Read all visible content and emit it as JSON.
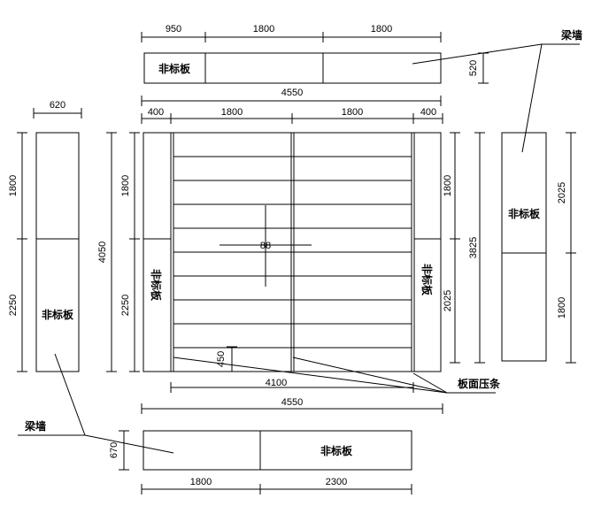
{
  "labels": {
    "non_std_panel": "非标板",
    "beam_wall": "梁墙",
    "floor_strip": "板面压条",
    "center_mark": "88"
  },
  "top_panel": {
    "segments": [
      "950",
      "1800",
      "1800"
    ],
    "total": "4550",
    "height": "520"
  },
  "main_grid": {
    "top_dims": [
      "400",
      "1800",
      "1800",
      "400"
    ],
    "bottom_inner": "4100",
    "bottom_total": "4550",
    "height_total": "4050",
    "left_inner_upper": "1800",
    "left_inner_lower": "2250",
    "right_inner_upper": "1800",
    "right_inner_lower": "2025",
    "strip_gap": "450"
  },
  "left_panel": {
    "width": "620",
    "upper": "1800",
    "lower": "2250"
  },
  "right_panel": {
    "total": "3825",
    "upper": "2025",
    "lower": "1800"
  },
  "bottom_panel": {
    "height": "670",
    "segments": [
      "1800",
      "2300"
    ]
  }
}
